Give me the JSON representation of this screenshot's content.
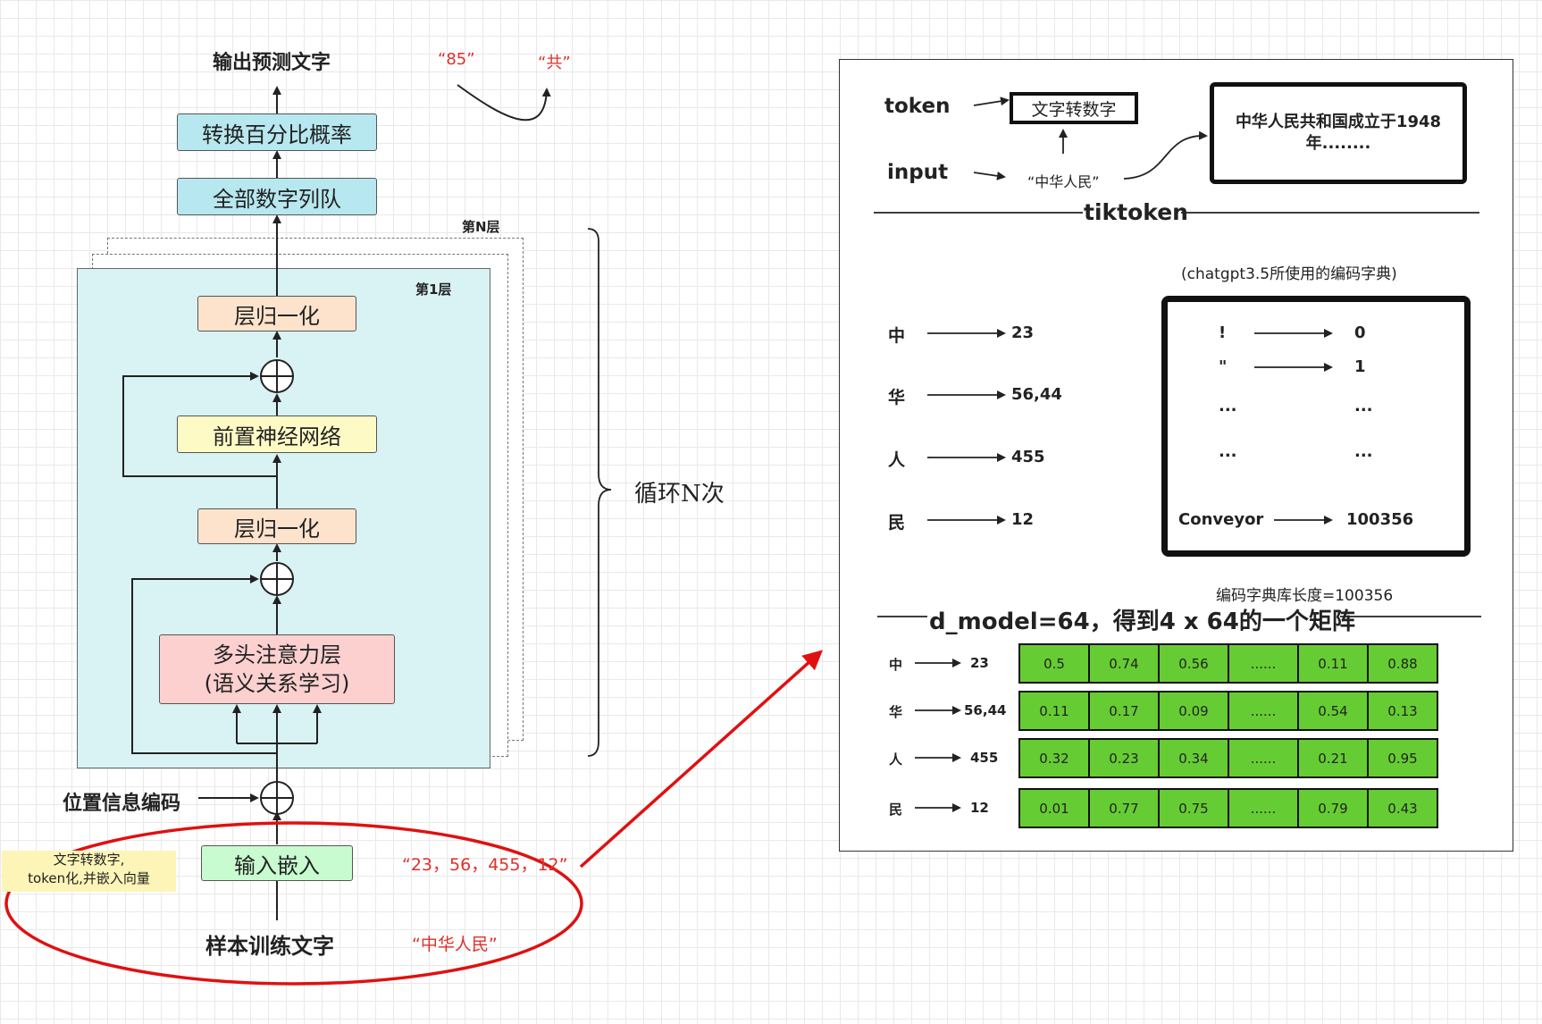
{
  "left": {
    "output_label": "输出预测文字",
    "red_85": "“85”",
    "red_gong": "“共”",
    "prob_box": "转换百分比概率",
    "queue_box": "全部数字列队",
    "layer_n": "第N层",
    "layer_1": "第1层",
    "norm_top": "层归一化",
    "ffn": "前置神经网络",
    "norm_bottom": "层归一化",
    "attn_line1": "多头注意力层",
    "attn_line2": "(语义关系学习)",
    "loop_label": "循环N次",
    "pos_label": "位置信息编码",
    "embed_box": "输入嵌入",
    "note_line1": "文字转数字,",
    "note_line2": "token化,并嵌入向量",
    "red_tokens": "“23，56，455，12”",
    "sample_label": "样本训练文字",
    "red_sample": "“中华人民”"
  },
  "right": {
    "token_label": "token",
    "input_label": "input",
    "convert_box": "文字转数字",
    "input_text": "“中华人民”",
    "sentence_line1": "中华人民共和国成立于1948",
    "sentence_line2": "年........",
    "tiktoken_title": "tiktoken",
    "dict_caption": "(chatgpt3.5所使用的编码字典)",
    "mapping": [
      {
        "char": "中",
        "value": "23"
      },
      {
        "char": "华",
        "value": "56,44"
      },
      {
        "char": "人",
        "value": "455"
      },
      {
        "char": "民",
        "value": "12"
      }
    ],
    "dict": [
      {
        "key": "!",
        "value": "0"
      },
      {
        "key": "\"",
        "value": "1"
      },
      {
        "key": "...",
        "value": "..."
      },
      {
        "key": "...",
        "value": "..."
      },
      {
        "key": "Conveyor",
        "value": "100356"
      }
    ],
    "dict_length": "编码字典库长度=100356",
    "dmodel_title": "d_model=64，得到4 x 64的一个矩阵",
    "matrix_rows": [
      {
        "char": "中",
        "id": "23",
        "values": [
          "0.5",
          "0.74",
          "0.56",
          "......",
          "0.11",
          "0.88"
        ]
      },
      {
        "char": "华",
        "id": "56,44",
        "values": [
          "0.11",
          "0.17",
          "0.09",
          "......",
          "0.54",
          "0.13"
        ]
      },
      {
        "char": "人",
        "id": "455",
        "values": [
          "0.32",
          "0.23",
          "0.34",
          "......",
          "0.21",
          "0.95"
        ]
      },
      {
        "char": "民",
        "id": "12",
        "values": [
          "0.01",
          "0.77",
          "0.75",
          "......",
          "0.79",
          "0.43"
        ]
      }
    ]
  }
}
